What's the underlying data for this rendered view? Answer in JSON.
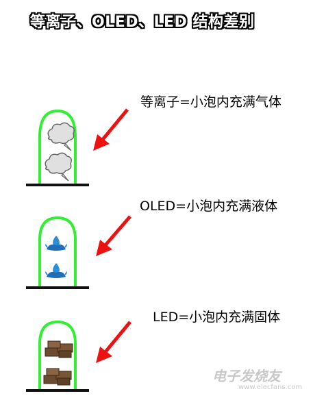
{
  "title": "等离子、OLED、LED 结构差别",
  "panels": [
    {
      "label": "等离子=小泡内充满气体",
      "fill": "gas"
    },
    {
      "label": "OLED=小泡内充满液体",
      "fill": "liquid"
    },
    {
      "label": "LED=小泡内充满固体",
      "fill": "solid"
    }
  ],
  "colors": {
    "bulb": "#33ee33",
    "arrow": "#ee1111",
    "base": "#111111"
  },
  "watermark": {
    "logo": "电子发烧友",
    "url": "www.elecfans.com"
  }
}
